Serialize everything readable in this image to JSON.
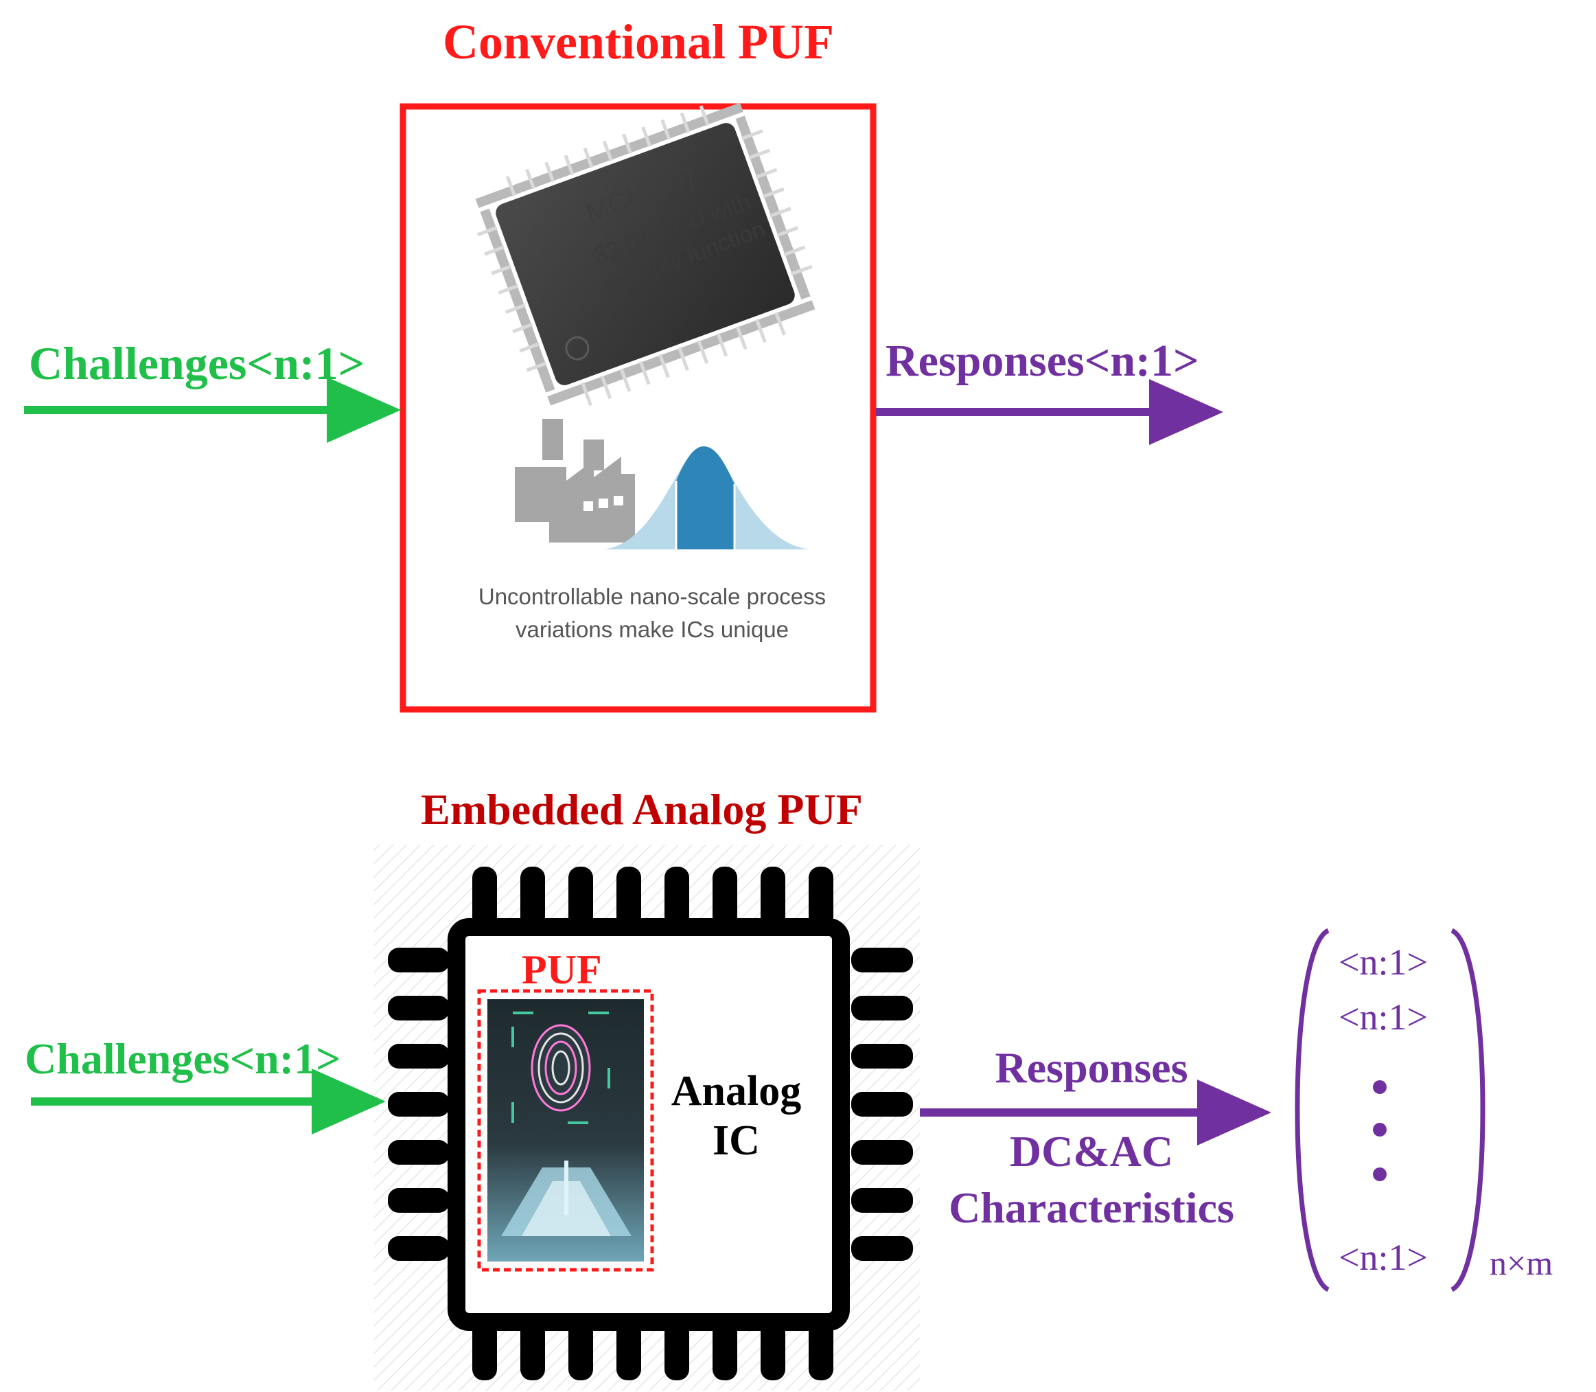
{
  "conventional": {
    "title": "Conventional PUF",
    "challenges": "Challenges<n:1>",
    "responses": "Responses<n:1>",
    "chip": {
      "brand": "MCU-007",
      "line1": "32 bit MCU with",
      "line2": "security function"
    },
    "variation_text": "Uncontrollable nano-scale process variations make ICs unique"
  },
  "embedded": {
    "title": "Embedded Analog PUF",
    "puf_label": "PUF",
    "analog_ic": "Analog IC",
    "challenges": "Challenges<n:1>",
    "responses": "Responses",
    "dcac": "DC&AC",
    "characteristics": "Characteristics",
    "vector": [
      "<n:1>",
      "<n:1>",
      "<n:1>"
    ],
    "dimension": "n×m"
  },
  "colors": {
    "red": "#ff1a1a",
    "dark_red": "#c00000",
    "green": "#1fbf4a",
    "purple": "#7030a0",
    "black": "#000000",
    "blue": "#2e86b8"
  },
  "icons": [
    "ic-chip-icon",
    "factory-icon",
    "bell-curve-icon",
    "fingerprint-icon",
    "puf-chip-icon"
  ]
}
